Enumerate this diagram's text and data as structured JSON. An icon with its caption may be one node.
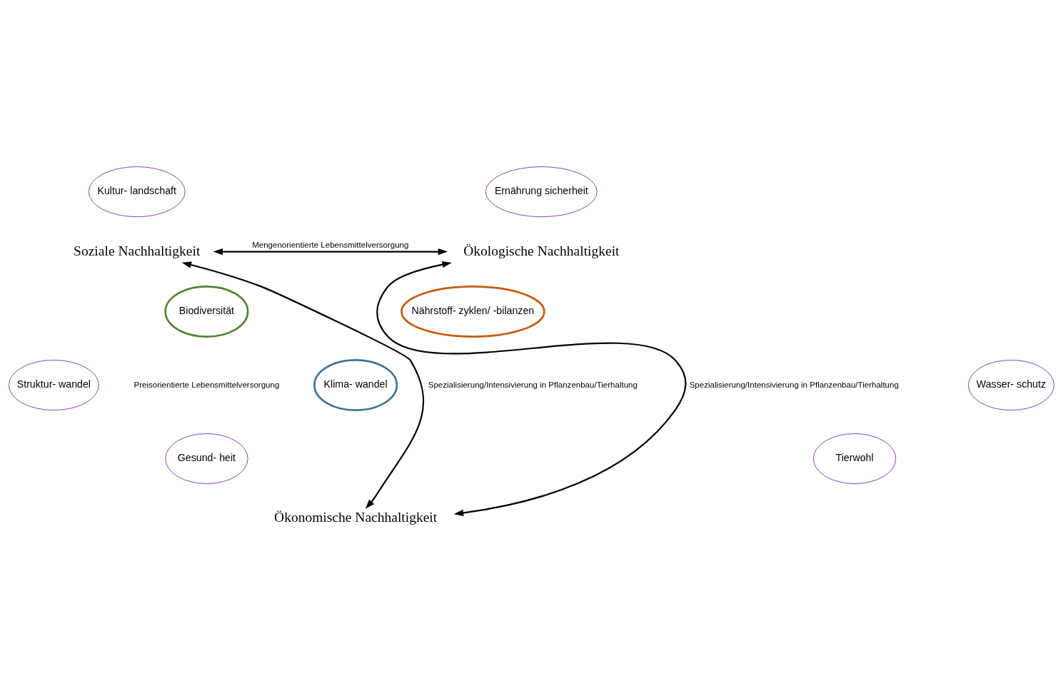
{
  "diagram": {
    "nodes": [
      {
        "text": [
          "Ökologische Nachhaltigkeit"
        ]
      },
      {
        "text": [
          "Soziale Nachhaltigkeit"
        ]
      },
      {
        "text": [
          "Ökonomische Nachhaltigkeit"
        ]
      },
      {
        "text": [
          "Ernährung sicherheit"
        ]
      },
      {
        "text": [
          "Kultur- landschaft"
        ]
      },
      {
        "text": [
          "Nährstoff- zyklen/ -bilanzen"
        ]
      },
      {
        "text": [
          "Biodiversität"
        ]
      },
      {
        "text": [
          "Wasser- schutz"
        ]
      },
      {
        "text": [
          "Klima- wandel"
        ]
      },
      {
        "text": [
          "Struktur- wandel"
        ]
      },
      {
        "text": [
          "Tierwohl"
        ]
      },
      {
        "text": [
          "Gesund- heit"
        ]
      }
    ],
    "edges": [
      {
        "from": 0,
        "to": 1,
        "arrow": "both",
        "label": "Mengenorientierte Lebensmittelversorgung"
      },
      {
        "from": 0,
        "to": 2,
        "arrow": "both",
        "label": "Spezialisierung/Intensivierung in Pflanzenbau/Tierhaltung"
      },
      {
        "from": 2,
        "to": 1,
        "arrow": "both",
        "label": "Spezialisierung/Intensivierung in Pflanzenbau/Tierhaltung"
      }
    ],
    "labels": [
      "Preisorientierte Lebensmittelversorgung"
    ]
  }
}
